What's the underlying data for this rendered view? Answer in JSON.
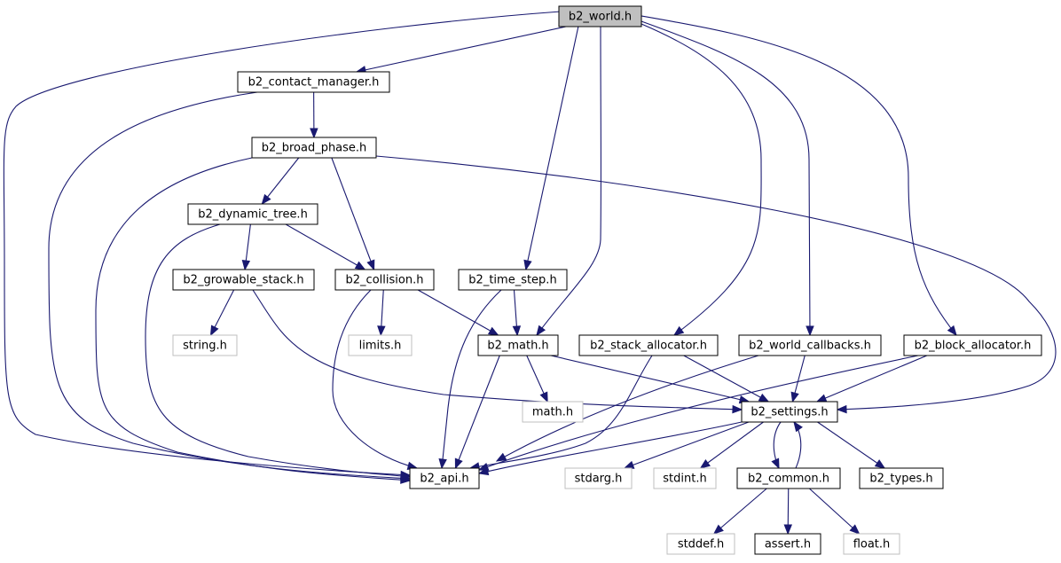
{
  "nodes": [
    {
      "id": "b2_world",
      "label": "b2_world.h",
      "kind": "root"
    },
    {
      "id": "b2_contact_manager",
      "label": "b2_contact_manager.h",
      "kind": "internal"
    },
    {
      "id": "b2_broad_phase",
      "label": "b2_broad_phase.h",
      "kind": "internal"
    },
    {
      "id": "b2_dynamic_tree",
      "label": "b2_dynamic_tree.h",
      "kind": "internal"
    },
    {
      "id": "b2_growable_stack",
      "label": "b2_growable_stack.h",
      "kind": "internal"
    },
    {
      "id": "b2_collision",
      "label": "b2_collision.h",
      "kind": "internal"
    },
    {
      "id": "b2_time_step",
      "label": "b2_time_step.h",
      "kind": "internal"
    },
    {
      "id": "string",
      "label": "string.h",
      "kind": "external"
    },
    {
      "id": "limits",
      "label": "limits.h",
      "kind": "external"
    },
    {
      "id": "b2_math",
      "label": "b2_math.h",
      "kind": "internal"
    },
    {
      "id": "b2_stack_allocator",
      "label": "b2_stack_allocator.h",
      "kind": "internal"
    },
    {
      "id": "b2_world_callbacks",
      "label": "b2_world_callbacks.h",
      "kind": "internal"
    },
    {
      "id": "b2_block_allocator",
      "label": "b2_block_allocator.h",
      "kind": "internal"
    },
    {
      "id": "math",
      "label": "math.h",
      "kind": "external"
    },
    {
      "id": "b2_settings",
      "label": "b2_settings.h",
      "kind": "internal"
    },
    {
      "id": "b2_api",
      "label": "b2_api.h",
      "kind": "internal"
    },
    {
      "id": "stdarg",
      "label": "stdarg.h",
      "kind": "external"
    },
    {
      "id": "stdint",
      "label": "stdint.h",
      "kind": "external"
    },
    {
      "id": "b2_common",
      "label": "b2_common.h",
      "kind": "internal"
    },
    {
      "id": "b2_types",
      "label": "b2_types.h",
      "kind": "internal"
    },
    {
      "id": "stddef",
      "label": "stddef.h",
      "kind": "external"
    },
    {
      "id": "assert",
      "label": "assert.h",
      "kind": "internal"
    },
    {
      "id": "float",
      "label": "float.h",
      "kind": "external"
    }
  ],
  "edges": [
    {
      "from": "b2_world",
      "to": "b2_api"
    },
    {
      "from": "b2_world",
      "to": "b2_contact_manager"
    },
    {
      "from": "b2_world",
      "to": "b2_time_step"
    },
    {
      "from": "b2_world",
      "to": "b2_math"
    },
    {
      "from": "b2_world",
      "to": "b2_stack_allocator"
    },
    {
      "from": "b2_world",
      "to": "b2_world_callbacks"
    },
    {
      "from": "b2_world",
      "to": "b2_block_allocator"
    },
    {
      "from": "b2_contact_manager",
      "to": "b2_broad_phase"
    },
    {
      "from": "b2_contact_manager",
      "to": "b2_api"
    },
    {
      "from": "b2_broad_phase",
      "to": "b2_dynamic_tree"
    },
    {
      "from": "b2_broad_phase",
      "to": "b2_collision"
    },
    {
      "from": "b2_broad_phase",
      "to": "b2_api"
    },
    {
      "from": "b2_broad_phase",
      "to": "b2_settings"
    },
    {
      "from": "b2_dynamic_tree",
      "to": "b2_growable_stack"
    },
    {
      "from": "b2_dynamic_tree",
      "to": "b2_collision"
    },
    {
      "from": "b2_dynamic_tree",
      "to": "b2_api"
    },
    {
      "from": "b2_growable_stack",
      "to": "string"
    },
    {
      "from": "b2_growable_stack",
      "to": "b2_settings"
    },
    {
      "from": "b2_collision",
      "to": "limits"
    },
    {
      "from": "b2_collision",
      "to": "b2_math"
    },
    {
      "from": "b2_collision",
      "to": "b2_api"
    },
    {
      "from": "b2_time_step",
      "to": "b2_math"
    },
    {
      "from": "b2_time_step",
      "to": "b2_api"
    },
    {
      "from": "b2_math",
      "to": "math"
    },
    {
      "from": "b2_math",
      "to": "b2_settings"
    },
    {
      "from": "b2_math",
      "to": "b2_api"
    },
    {
      "from": "b2_stack_allocator",
      "to": "b2_settings"
    },
    {
      "from": "b2_stack_allocator",
      "to": "b2_api"
    },
    {
      "from": "b2_world_callbacks",
      "to": "b2_settings"
    },
    {
      "from": "b2_world_callbacks",
      "to": "b2_api"
    },
    {
      "from": "b2_block_allocator",
      "to": "b2_settings"
    },
    {
      "from": "b2_block_allocator",
      "to": "b2_api"
    },
    {
      "from": "b2_settings",
      "to": "b2_api"
    },
    {
      "from": "b2_settings",
      "to": "stdarg"
    },
    {
      "from": "b2_settings",
      "to": "stdint"
    },
    {
      "from": "b2_settings",
      "to": "b2_common"
    },
    {
      "from": "b2_settings",
      "to": "b2_types"
    },
    {
      "from": "b2_common",
      "to": "b2_settings"
    },
    {
      "from": "b2_common",
      "to": "stddef"
    },
    {
      "from": "b2_common",
      "to": "assert"
    },
    {
      "from": "b2_common",
      "to": "float"
    }
  ]
}
